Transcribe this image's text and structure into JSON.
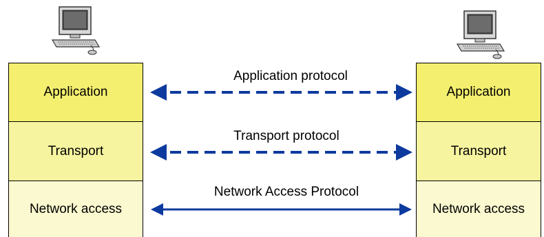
{
  "colors": {
    "app_fill": "#f4ef6e",
    "transport_fill": "#f7f4a0",
    "network_fill": "#fbf9cf",
    "arrow": "#0d3a9e",
    "border": "#000000"
  },
  "left_host": {
    "icon": "desktop-computer-icon",
    "layers": {
      "application": "Application",
      "transport": "Transport",
      "network": "Network access"
    }
  },
  "right_host": {
    "icon": "desktop-computer-icon",
    "layers": {
      "application": "Application",
      "transport": "Transport",
      "network": "Network access"
    }
  },
  "protocols": {
    "application": {
      "label": "Application protocol",
      "line_style": "dashed"
    },
    "transport": {
      "label": "Transport protocol",
      "line_style": "dashed"
    },
    "network": {
      "label": "Network Access Protocol",
      "line_style": "solid"
    }
  }
}
